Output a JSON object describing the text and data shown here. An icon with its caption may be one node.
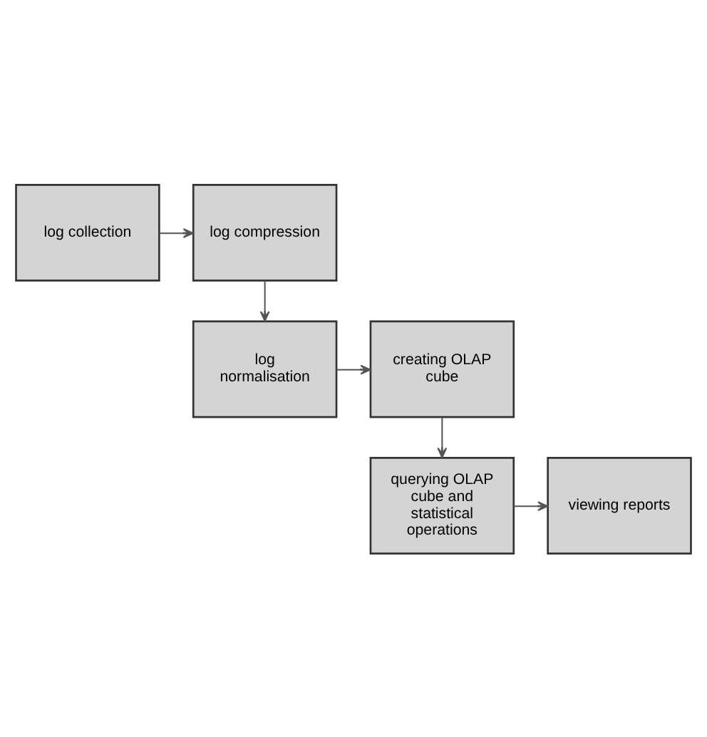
{
  "diagram": {
    "nodes": [
      {
        "text": [
          "log collection"
        ]
      },
      {
        "text": [
          "log compression"
        ]
      },
      {
        "text": [
          "log normalisation"
        ]
      },
      {
        "text": [
          "creating OLAP cube"
        ]
      },
      {
        "text": [
          "querying OLAP cube and statistical operations"
        ]
      },
      {
        "text": [
          "viewing reports"
        ]
      }
    ],
    "edges": [
      {
        "from": 0,
        "to": 1,
        "arrow": "to"
      },
      {
        "from": 1,
        "to": 2,
        "arrow": "to"
      },
      {
        "from": 2,
        "to": 3,
        "arrow": "to"
      },
      {
        "from": 3,
        "to": 4,
        "arrow": "to"
      },
      {
        "from": 4,
        "to": 5,
        "arrow": "to"
      }
    ]
  }
}
